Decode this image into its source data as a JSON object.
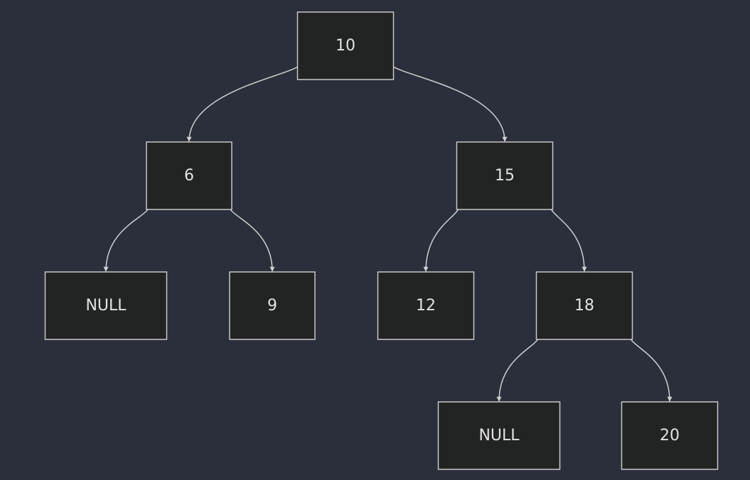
{
  "colors": {
    "background": "#2b2f3c",
    "node_fill": "#222323",
    "node_stroke": "#c8c8c8",
    "text": "#e2e2e2",
    "edge": "#d0d0d0"
  },
  "tree": {
    "nodes": [
      {
        "id": "n10",
        "label": "10"
      },
      {
        "id": "n6",
        "label": "6"
      },
      {
        "id": "n15",
        "label": "15"
      },
      {
        "id": "nnull_a",
        "label": "NULL"
      },
      {
        "id": "n9",
        "label": "9"
      },
      {
        "id": "n12",
        "label": "12"
      },
      {
        "id": "n18",
        "label": "18"
      },
      {
        "id": "nnull_b",
        "label": "NULL"
      },
      {
        "id": "n20",
        "label": "20"
      }
    ],
    "edges": [
      {
        "from": "n10",
        "to": "n6"
      },
      {
        "from": "n10",
        "to": "n15"
      },
      {
        "from": "n6",
        "to": "nnull_a"
      },
      {
        "from": "n6",
        "to": "n9"
      },
      {
        "from": "n15",
        "to": "n12"
      },
      {
        "from": "n15",
        "to": "n18"
      },
      {
        "from": "n18",
        "to": "nnull_b"
      },
      {
        "from": "n18",
        "to": "n20"
      }
    ]
  }
}
